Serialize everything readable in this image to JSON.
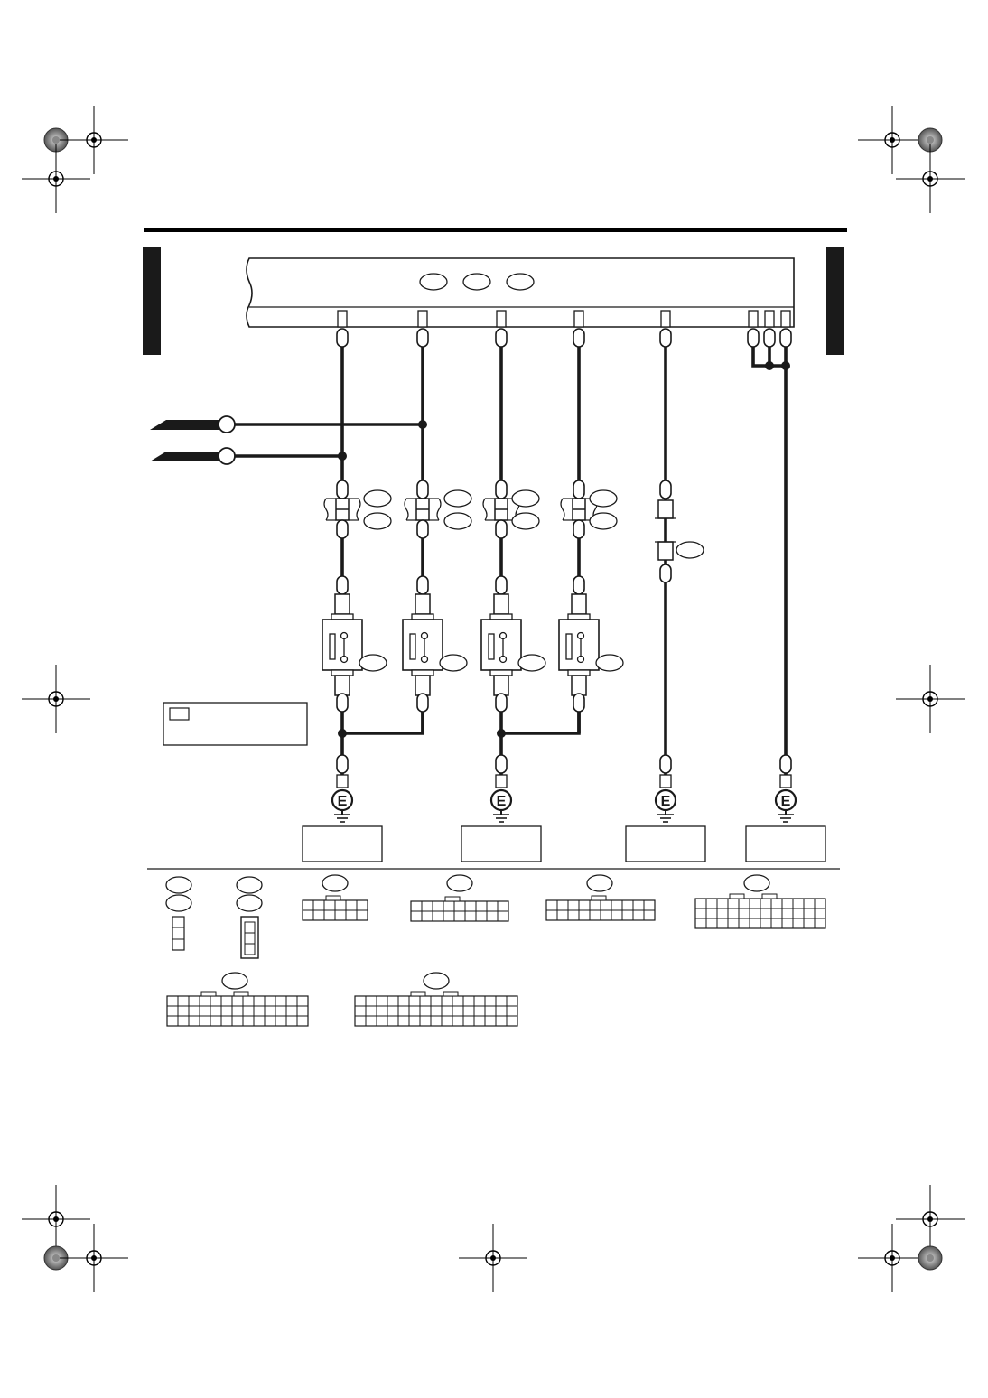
{
  "page": {
    "header_rule": true,
    "side_tabs": 2
  },
  "ecm": {
    "label": "",
    "connector_ovals": 3,
    "output_pins": 8
  },
  "power_inputs": [
    {
      "label": ""
    },
    {
      "label": ""
    }
  ],
  "ignition_coils": {
    "count": 4,
    "inline_connector_pairs": 4
  },
  "sensor_line": {
    "inline_connector": 1
  },
  "grounds": [
    {
      "symbol": "E",
      "label": ""
    },
    {
      "symbol": "E",
      "label": ""
    },
    {
      "symbol": "E",
      "label": ""
    },
    {
      "symbol": "E",
      "label": ""
    }
  ],
  "legend_box": {
    "text": ""
  },
  "connector_views": {
    "count": 8
  },
  "colors": {
    "line": "#1a1a1a",
    "background": "#ffffff"
  }
}
